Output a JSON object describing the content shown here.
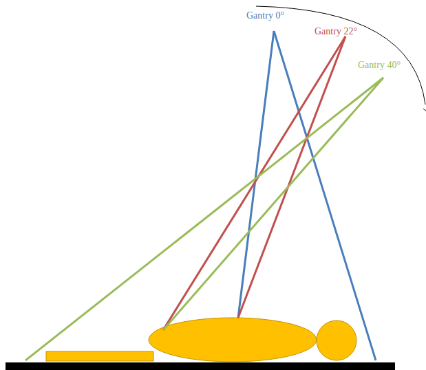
{
  "diagram": {
    "labels": [
      "Gantry 0°",
      "Gantry 22°",
      "Gantry 40°"
    ]
  }
}
